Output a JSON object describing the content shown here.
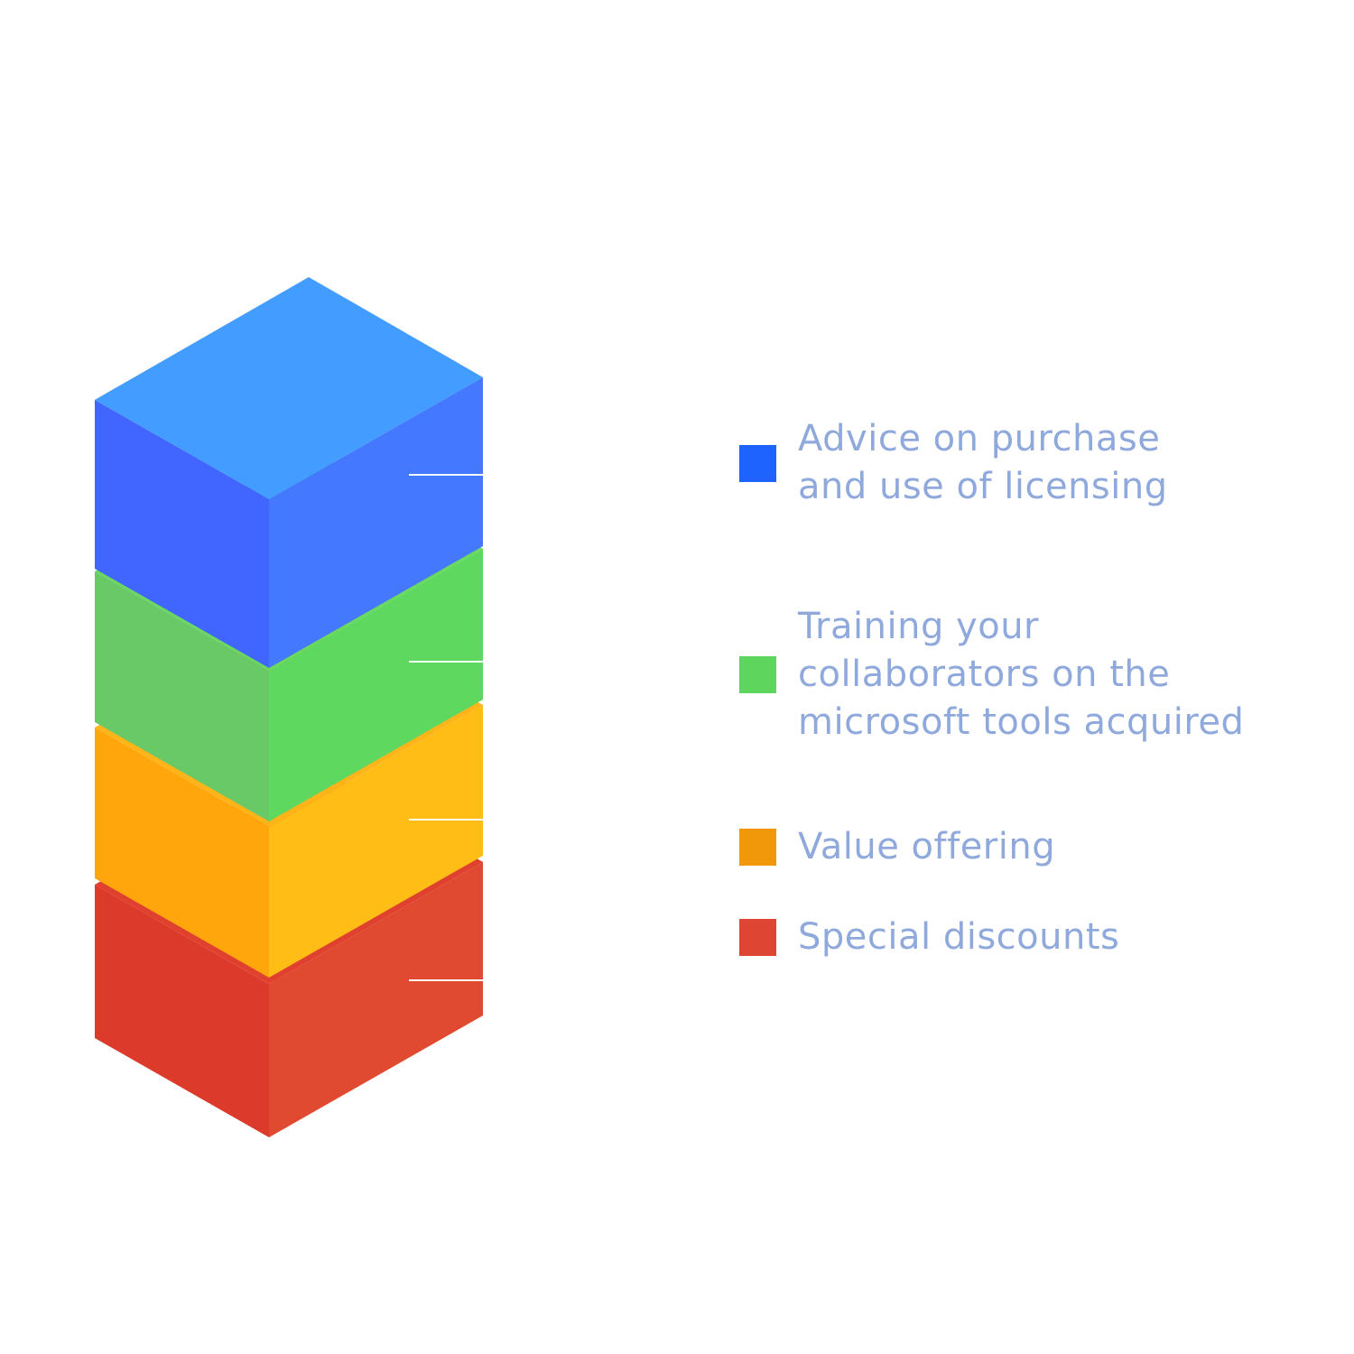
{
  "legend": [
    {
      "label": "Advice on purchase\nand use of licensing",
      "color": "#1f63ff"
    },
    {
      "label": "Training your\ncollaborators on the\nmicrosoft tools acquired",
      "color": "#5ed65e"
    },
    {
      "label": "Value offering",
      "color": "#f0970a"
    },
    {
      "label": "Special discounts",
      "color": "#de4633"
    }
  ],
  "blocks": [
    {
      "name": "advice",
      "top": "#439cff",
      "left": "#4066ff",
      "right": "#4378ff"
    },
    {
      "name": "training",
      "top": "#69d860",
      "left": "#68c966",
      "right": "#5fd85f"
    },
    {
      "name": "value",
      "top": "#ffb51a",
      "left": "#ffa60c",
      "right": "#ffbd16"
    },
    {
      "name": "discounts",
      "top": "#e0412e",
      "left": "#dc3a2b",
      "right": "#e04a30"
    }
  ]
}
